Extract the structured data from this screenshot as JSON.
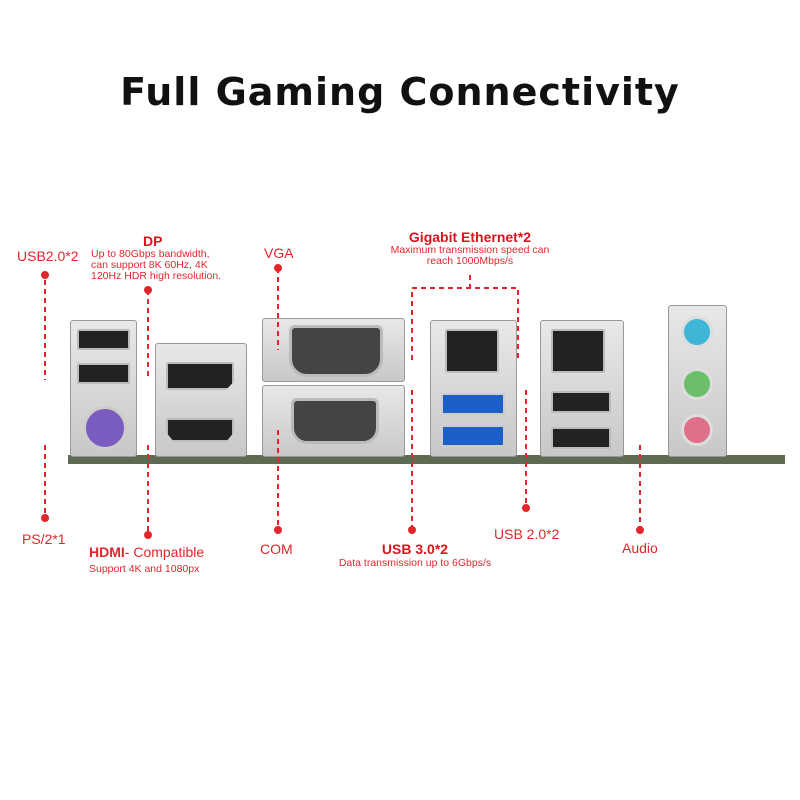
{
  "title": "Full Gaming Connectivity",
  "labels": {
    "usb2_left": "USB2.0*2",
    "dp_title": "DP",
    "dp_desc": [
      "Up to 80Gbps bandwidth,",
      "can support 8K 60Hz, 4K",
      "120Hz HDR high resolution."
    ],
    "vga": "VGA",
    "gbe_title": "Gigabit Ethernet*2",
    "gbe_desc": [
      "Maximum transmission speed can",
      "reach 1000Mbps/s"
    ],
    "ps2": "PS/2*1",
    "hdmi_title": "HDMI",
    "hdmi_suffix": "- Compatible",
    "hdmi_desc": "Support 4K and 1080px",
    "com": "COM",
    "usb3_title": "USB 3.0*2",
    "usb3_desc": "Data transmission up to 6Gbps/s",
    "usb2_right": "USB 2.0*2",
    "audio": "Audio"
  },
  "colors": {
    "accent": "#e0262b",
    "audio_blue": "#3fb6d8",
    "audio_green": "#6cbf6a",
    "audio_pink": "#e0708a",
    "ps2_purple": "#7a5cc0"
  }
}
